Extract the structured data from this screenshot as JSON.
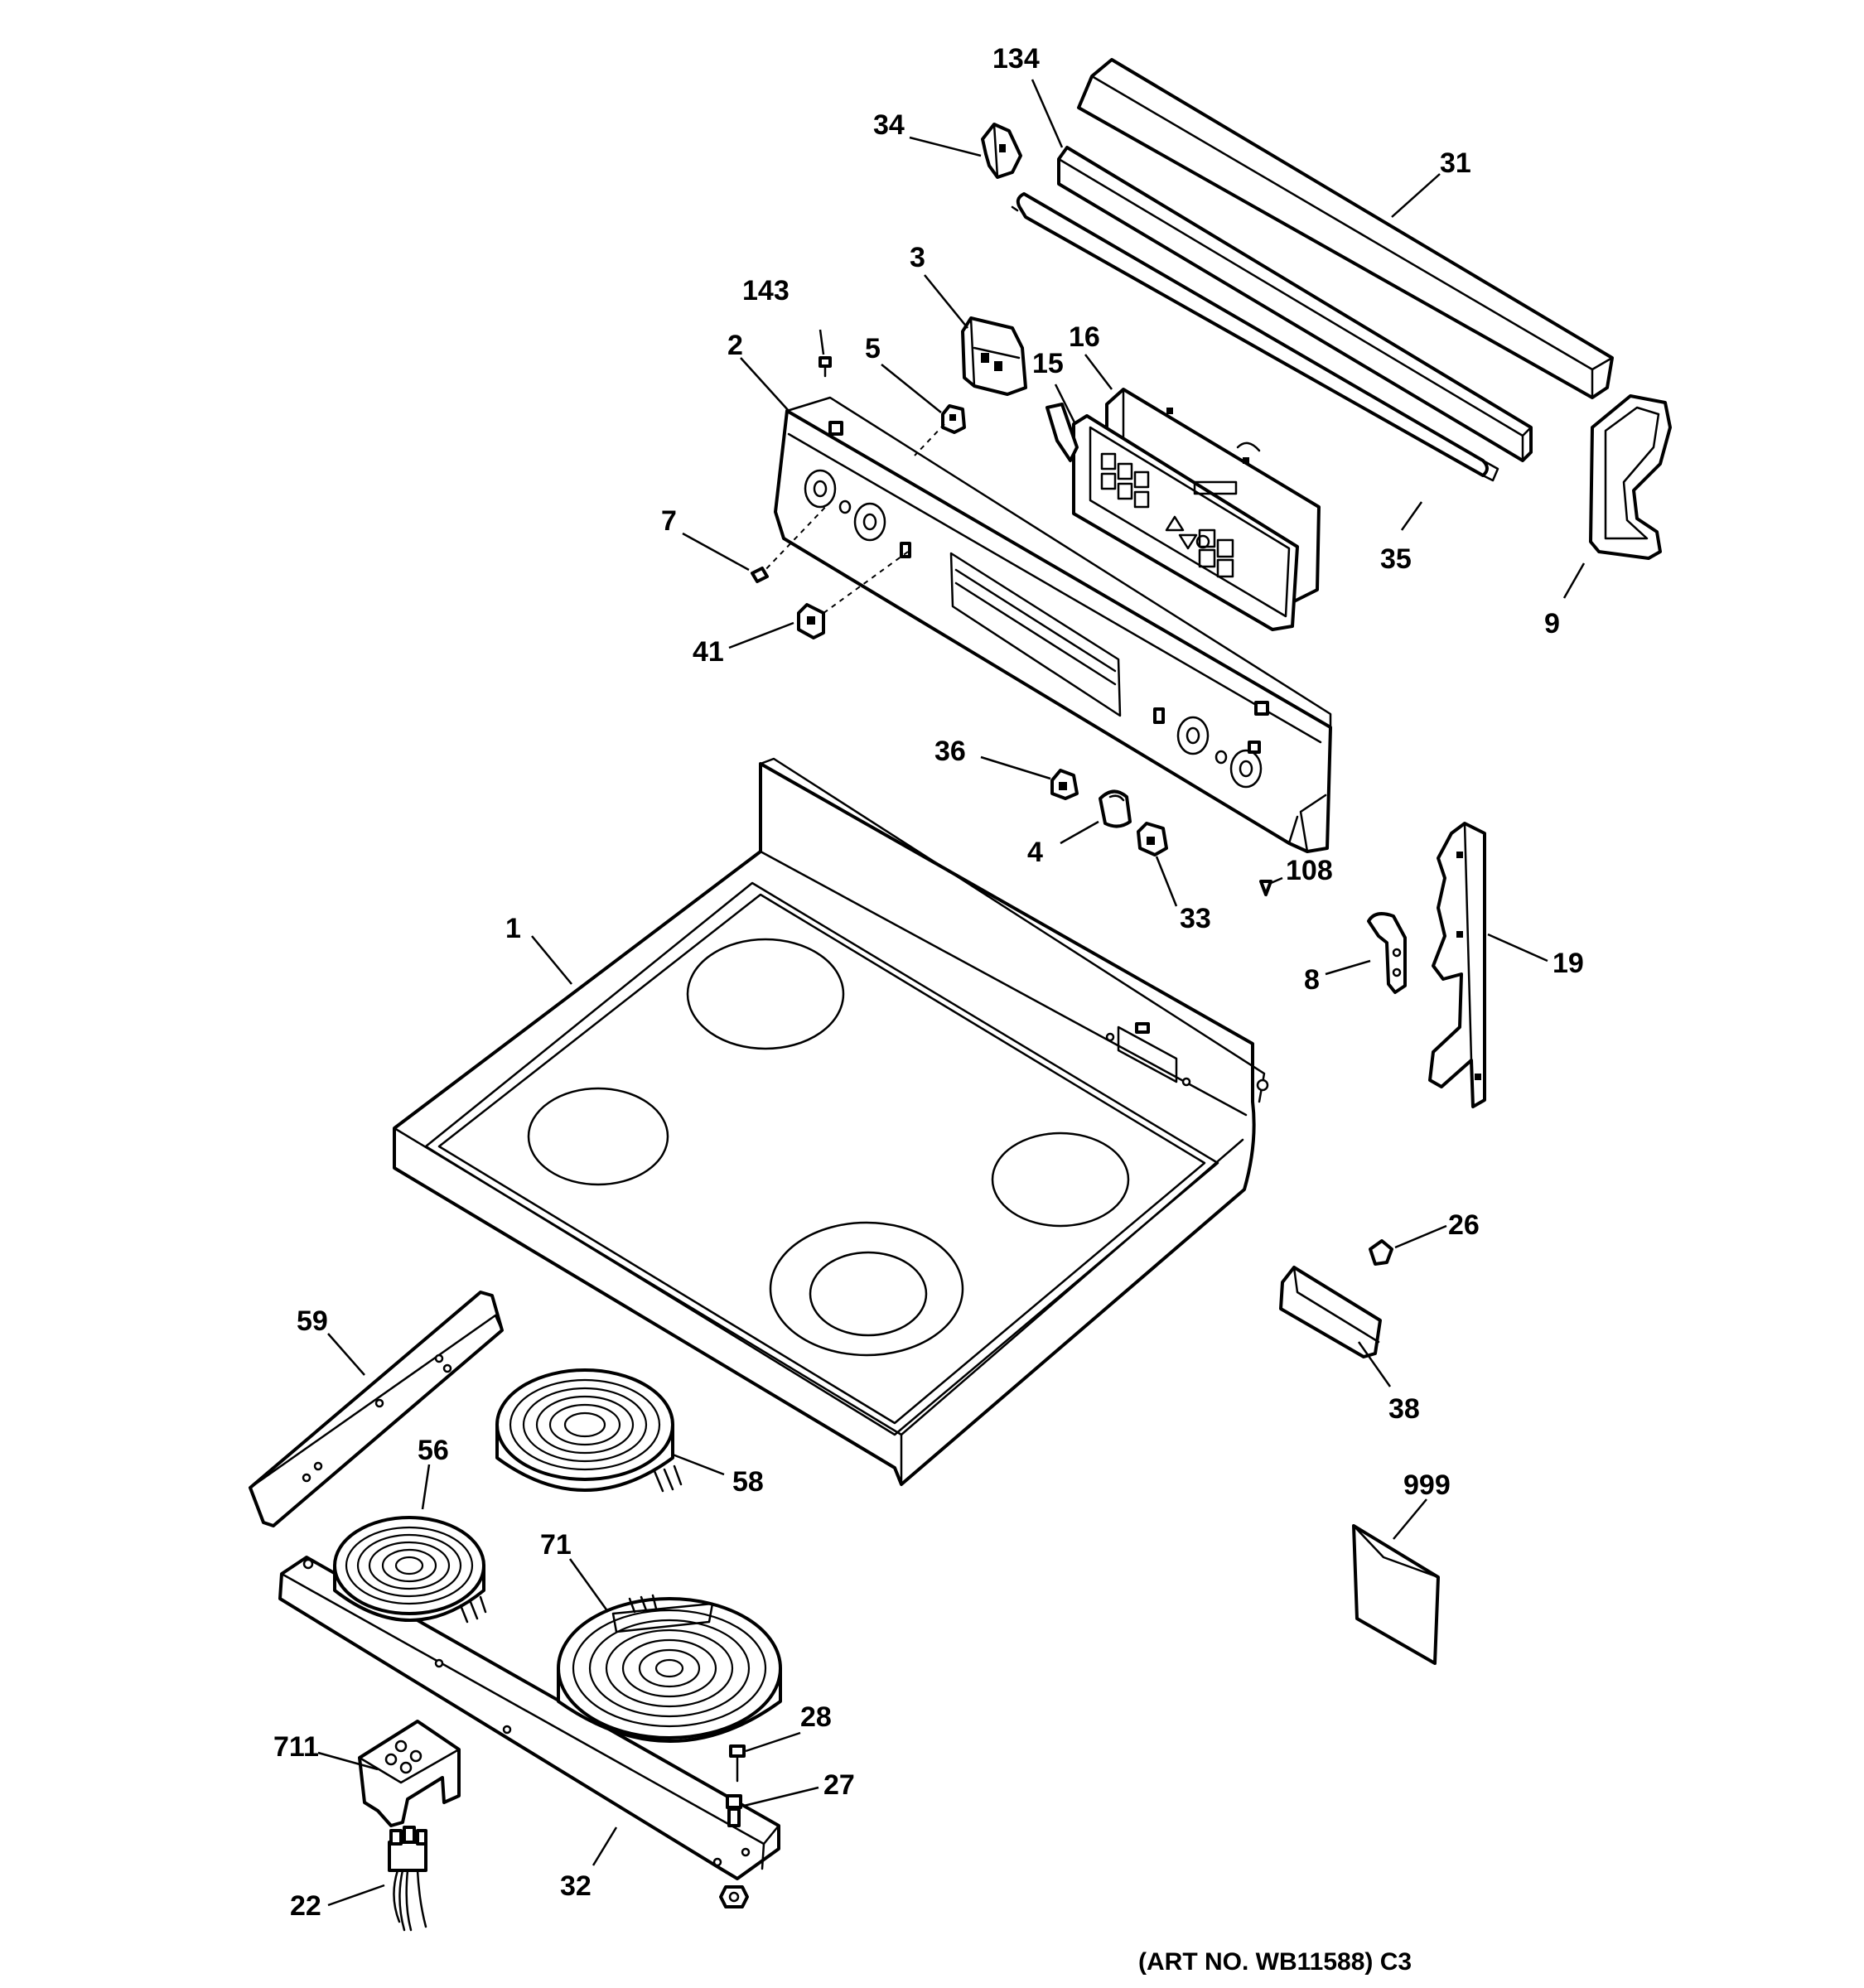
{
  "callouts": [
    "134",
    "34",
    "31",
    "3",
    "143",
    "2",
    "5",
    "16",
    "15",
    "7",
    "35",
    "9",
    "41",
    "36",
    "4",
    "108",
    "33",
    "1",
    "19",
    "8",
    "26",
    "38",
    "59",
    "56",
    "58",
    "999",
    "71",
    "28",
    "711",
    "27",
    "22",
    "32"
  ],
  "caption": "(ART NO. WB11588) C3"
}
